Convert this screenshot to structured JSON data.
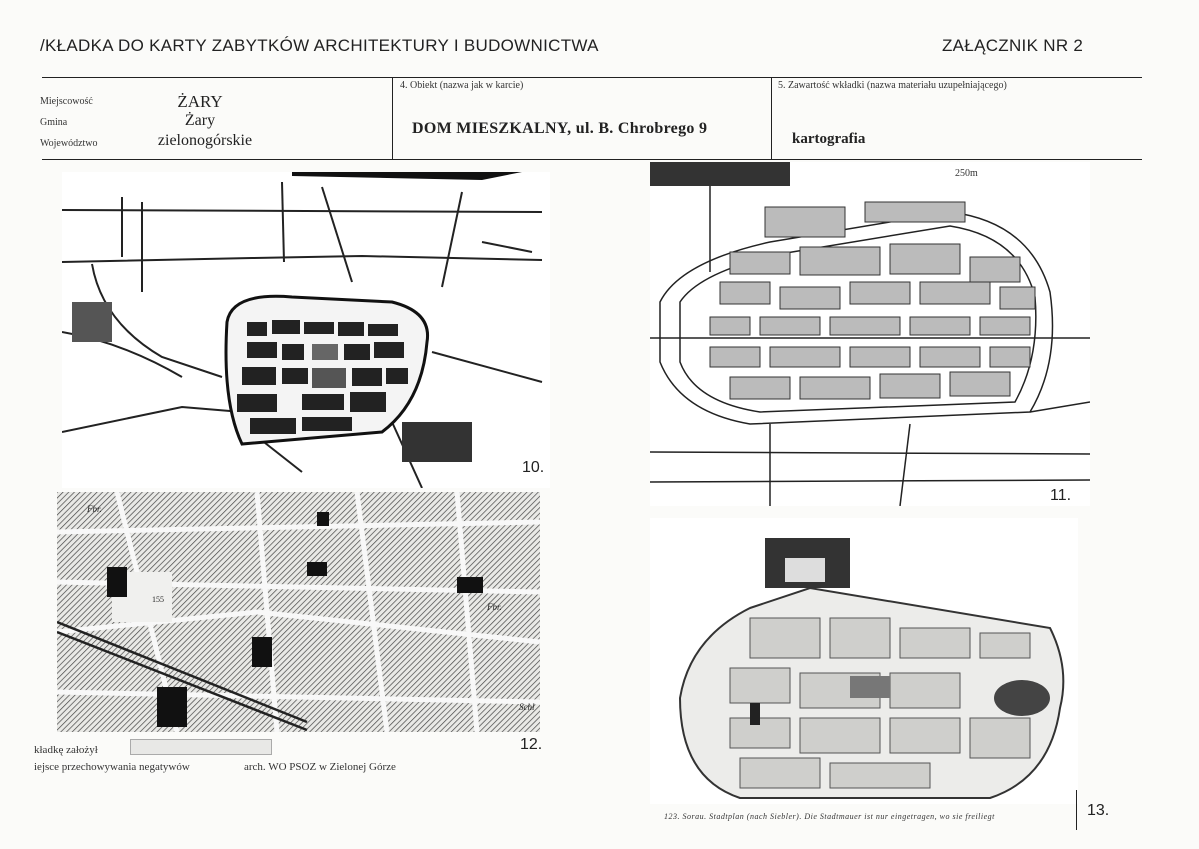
{
  "header": {
    "title": "/KŁADKA DO KARTY ZABYTKÓW ARCHITEKTURY I BUDOWNICTWA",
    "annex": "ZAŁĄCZNIK NR 2"
  },
  "location": {
    "labels": [
      "Miejscowość",
      "Gmina",
      "Województwo"
    ],
    "town": "ŻARY",
    "commune": "Żary",
    "voivodeship": "zielonogórskie"
  },
  "object": {
    "header": "4. Obiekt (nazwa jak w karcie)",
    "name": "DOM MIESZKALNY, ul. B. Chrobrego 9"
  },
  "contents": {
    "header": "5. Zawartość wkładki (nazwa materiału uzupełniającego)",
    "value": "kartografia"
  },
  "maps": [
    {
      "number": "10."
    },
    {
      "number": "11.",
      "annotation": "250m"
    },
    {
      "number": "12.",
      "labels": [
        "155",
        "Fbr.",
        "Fbr.",
        "Schl"
      ]
    },
    {
      "number": "13.",
      "caption": "123. Sorau. Stadtplan (nach Siebler). Die Stadtmauer ist nur eingetragen, wo sie freiliegt"
    }
  ],
  "footer": {
    "prepared_label": "kładkę założył",
    "storage_label": "iejsce przechowywania   negatywów",
    "storage_value": "arch. WO PSOZ w Zielonej Górze"
  }
}
